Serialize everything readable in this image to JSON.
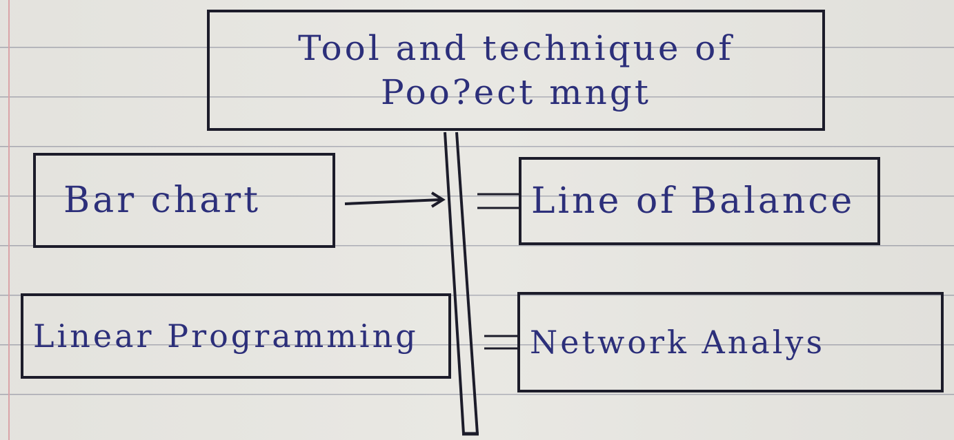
{
  "title_line1": "Tool and technique of",
  "title_line2": "Poo?ect mngt",
  "boxes": {
    "bar_chart": "Bar chart",
    "line_of_balance": "Line of Balance",
    "linear_programming": "Linear Programming",
    "network_analysis": "Network Analys"
  },
  "colors": {
    "ink": "#2c2f7a",
    "outline": "#1c1c2a",
    "paper": "#e8e7e2",
    "rule": "#a9aab3",
    "margin": "#d9a3a8"
  }
}
